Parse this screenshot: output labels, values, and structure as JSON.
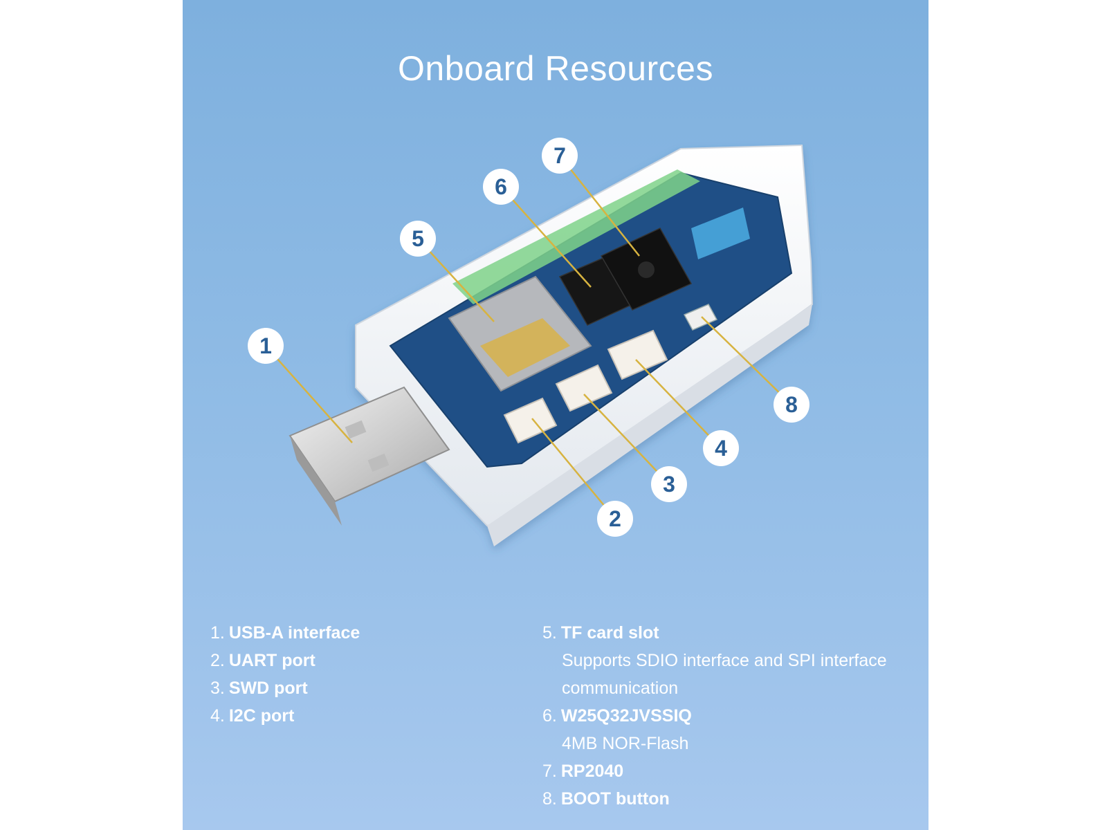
{
  "title": "Onboard Resources",
  "callouts": [
    "1",
    "2",
    "3",
    "4",
    "5",
    "6",
    "7",
    "8"
  ],
  "left_list": [
    {
      "num": "1.",
      "name": "USB-A interface"
    },
    {
      "num": "2.",
      "name": "UART port"
    },
    {
      "num": "3.",
      "name": "SWD port"
    },
    {
      "num": "4.",
      "name": "I2C port"
    }
  ],
  "right_list": [
    {
      "num": "5.",
      "name": "TF card slot",
      "desc": "Supports SDIO interface and SPI interface communication"
    },
    {
      "num": "6.",
      "name": "W25Q32JVSSIQ",
      "desc": "4MB NOR-Flash"
    },
    {
      "num": "7.",
      "name": "RP2040"
    },
    {
      "num": "8.",
      "name": "BOOT button"
    }
  ],
  "colors": {
    "background_top": "#7eb0de",
    "background_bottom": "#a7c8ee",
    "leader_line": "#d7b340",
    "callout_text": "#2a5f96",
    "pcb": "#1f4f86"
  }
}
